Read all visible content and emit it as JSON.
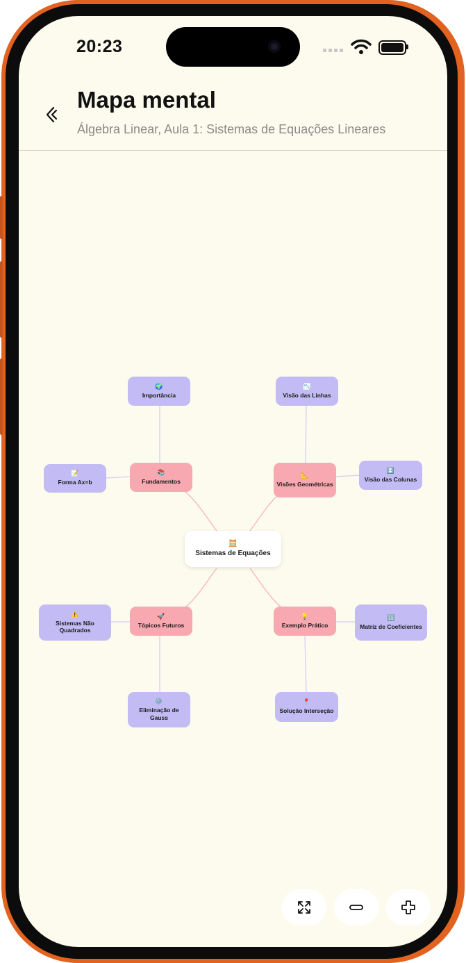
{
  "status_bar": {
    "time": "20:23"
  },
  "header": {
    "title": "Mapa mental",
    "subtitle": "Álgebra Linear, Aula 1: Sistemas de Equações Lineares",
    "back_icon": "chevron-left-icon"
  },
  "mind_map": {
    "root": {
      "icon": "🧮",
      "label": "Sistemas de Equações"
    },
    "branches": [
      {
        "id": "fundamentos",
        "icon": "📚",
        "label": "Fundamentos"
      },
      {
        "id": "visoes",
        "icon": "📐",
        "label": "Visões Geométricas"
      },
      {
        "id": "topicos",
        "icon": "🚀",
        "label": "Tópicos Futuros"
      },
      {
        "id": "exemplo",
        "icon": "💡",
        "label": "Exemplo Prático"
      }
    ],
    "leaves": [
      {
        "parent": "fundamentos",
        "icon": "🌍",
        "label": "Importância"
      },
      {
        "parent": "fundamentos",
        "icon": "📝",
        "label": "Forma Ax=b"
      },
      {
        "parent": "visoes",
        "icon": "📉",
        "label": "Visão das Linhas"
      },
      {
        "parent": "visoes",
        "icon": "↕️",
        "label": "Visão das Colunas"
      },
      {
        "parent": "topicos",
        "icon": "⚠️",
        "label": "Sistemas Não Quadrados"
      },
      {
        "parent": "topicos",
        "icon": "⚙️",
        "label": "Eliminação de Gauss"
      },
      {
        "parent": "exemplo",
        "icon": "🔢",
        "label": "Matriz de Coeficientes"
      },
      {
        "parent": "exemplo",
        "icon": "📍",
        "label": "Solução Interseção"
      }
    ]
  },
  "controls": {
    "fit_icon": "expand-arrows-icon",
    "zoom_out_icon": "minus-icon",
    "zoom_in_icon": "plus-icon"
  },
  "colors": {
    "frame": "#e2621f",
    "screen_background": "#fdfbee",
    "leaf_node": "#c3bbf3",
    "branch_node": "#f7a8b0",
    "root_node": "#ffffff",
    "branch_link": "#f6b5bb",
    "leaf_link": "#d4cdf2"
  }
}
